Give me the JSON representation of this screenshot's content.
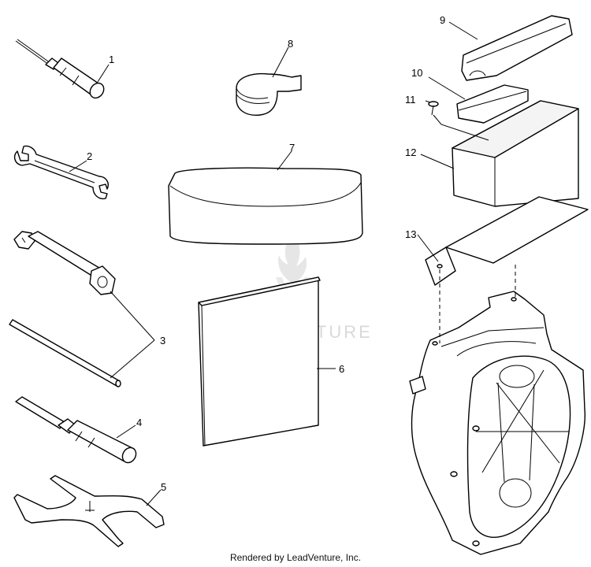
{
  "callouts": {
    "c1": "1",
    "c2": "2",
    "c3": "3",
    "c4": "4",
    "c5": "5",
    "c6": "6",
    "c7": "7",
    "c8": "8",
    "c9": "9",
    "c10": "10",
    "c11": "11",
    "c12": "12",
    "c13": "13"
  },
  "watermark": {
    "text": "LEADVENTURE"
  },
  "footer": {
    "text": "Rendered by LeadVenture, Inc."
  },
  "icons": {
    "watermark_logo": "flame-logo-icon"
  }
}
